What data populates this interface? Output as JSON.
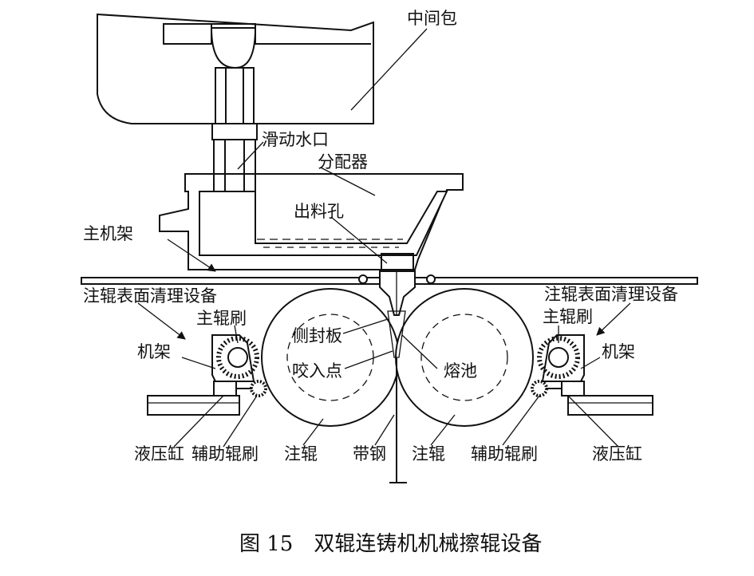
{
  "labels": {
    "tundish": "中间包",
    "slide_gate": "滑动水口",
    "distributor": "分配器",
    "outlet_hole": "出料孔",
    "main_frame": "主机架",
    "cleaning_left": "注辊表面清理设备",
    "cleaning_right": "注辊表面清理设备",
    "main_brush_left": "主辊刷",
    "main_brush_right": "主辊刷",
    "side_seal": "侧封板",
    "nip_point": "咬入点",
    "melt_pool": "熔池",
    "frame_left": "机架",
    "frame_right": "机架",
    "hyd_cyl_left": "液压缸",
    "aux_brush_left": "辅助辊刷",
    "cast_roll_left": "注辊",
    "strip": "带钢",
    "cast_roll_right": "注辊",
    "aux_brush_right": "辅助辊刷",
    "hyd_cyl_right": "液压缸"
  },
  "caption": "图 15　双辊连铸机机械擦辊设备"
}
